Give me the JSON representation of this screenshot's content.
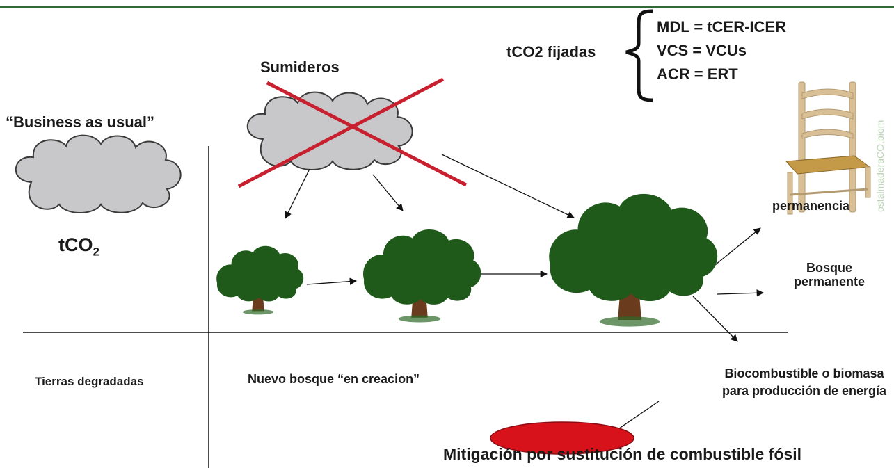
{
  "labels": {
    "business_as_usual": "“Business as usual”",
    "sumideros": "Sumideros",
    "tco2_main": "tCO",
    "tco2_sub": "2",
    "tco2_fijadas": "tCO2 fijadas",
    "mdl": "MDL = tCER-ICER",
    "vcs": "VCS = VCUs",
    "acr": "ACR = ERT",
    "permanencia": "permanencia",
    "bosque_line1": "Bosque",
    "bosque_line2": "permanente",
    "tierras": "Tierras degradadas",
    "nuevo_bosque": "Nuevo bosque “en creacion”",
    "bio_line1": "Biocombustible o biomasa",
    "bio_line2": "para producción de energía",
    "mitigacion": "Mitigación por sustitución de combustible fósil",
    "watermark": "ostalmaderaCO,biom"
  },
  "colors": {
    "header_border": "#2f6b3a",
    "cloud_fill": "#c8c8ca",
    "cloud_stroke": "#3a3a3a",
    "cross_red": "#c8202f",
    "ellipse_red": "#d8121b",
    "tree_canopy": "#1f5a1b",
    "tree_trunk": "#6a3b1d",
    "chair_wood": "#d8bf95",
    "chair_seat": "#c49a48"
  },
  "icons": [
    "cloud-icon",
    "tree-icon",
    "chair-icon",
    "bracket-icon"
  ]
}
